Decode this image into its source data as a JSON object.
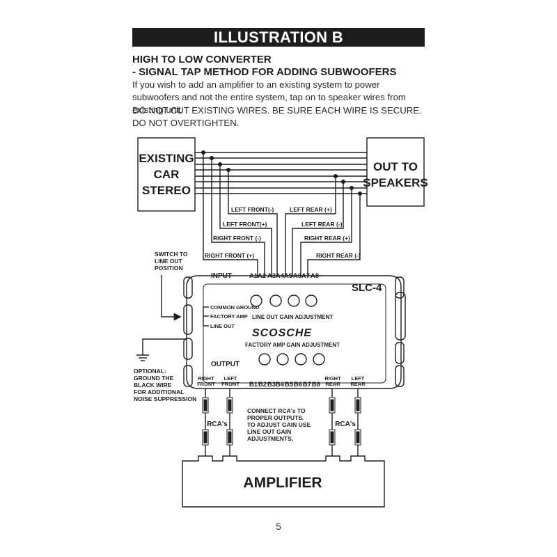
{
  "title": "ILLUSTRATION B",
  "heading1": "HIGH TO LOW CONVERTER",
  "heading2": "- SIGNAL TAP METHOD FOR ADDING SUBWOOFERS",
  "para1": "If you wish to add an amplifier to an existing system to power subwoofers and not the entire system, tap on to speaker wires from existing unit.",
  "para2": "DO NOT CUT EXISTING WIRES. BE SURE EACH WIRE IS SECURE. DO NOT OVERTIGHTEN.",
  "stereo": [
    "EXISTING",
    "CAR",
    "STEREO"
  ],
  "speakers": [
    "OUT TO",
    "SPEAKERS"
  ],
  "wires": {
    "lfm": "LEFT FRONT(-)",
    "lfp": "LEFT FRONT(+)",
    "rfm": "RIGHT FRONT (-)",
    "rfp": "RIGHT FRONT (+)",
    "lrp": "LEFT REAR (+)",
    "lrm": "LEFT REAR (-)",
    "rrp": "RIGHT REAR (+)",
    "rrm": "RIGHT REAR (-)"
  },
  "switch_note": [
    "SWITCH TO",
    "LINE OUT",
    "POSITION"
  ],
  "unit": {
    "input": "INPUT",
    "inputs": [
      "A1",
      "A2",
      "A3",
      "A4",
      "A5",
      "A6",
      "A7",
      "A8"
    ],
    "model": "SLC-4",
    "switch_labels": [
      "COMMON GROUND",
      "FACTORY AMP",
      "LINE OUT"
    ],
    "line_out_gain": "LINE OUT GAIN ADJUSTMENT",
    "brand": "SCOSCHE",
    "factory_gain": "FACTORY AMP GAIN ADJUSTMENT",
    "output": "OUTPUT",
    "outputs": [
      "B1",
      "B2",
      "B3",
      "B4",
      "B5",
      "B6",
      "B7",
      "B8"
    ],
    "right_front": [
      "RIGHT",
      "FRONT"
    ],
    "left_front": [
      "LEFT",
      "FRONT"
    ],
    "right_rear": [
      "RIGHT",
      "REAR"
    ],
    "left_rear": [
      "LEFT",
      "REAR"
    ]
  },
  "optional_note": [
    "OPTIONAL:",
    "GROUND THE",
    "BLACK WIRE",
    "FOR ADDITIONAL",
    "NOISE SUPPRESSION"
  ],
  "rcas": "RCA's",
  "connect_note": [
    "CONNECT RCA's TO",
    "PROPER OUTPUTS.",
    "TO ADJUST GAIN USE",
    "LINE OUT GAIN",
    "ADJUSTMENTS."
  ],
  "amplifier": "AMPLIFIER",
  "page_number": "5"
}
